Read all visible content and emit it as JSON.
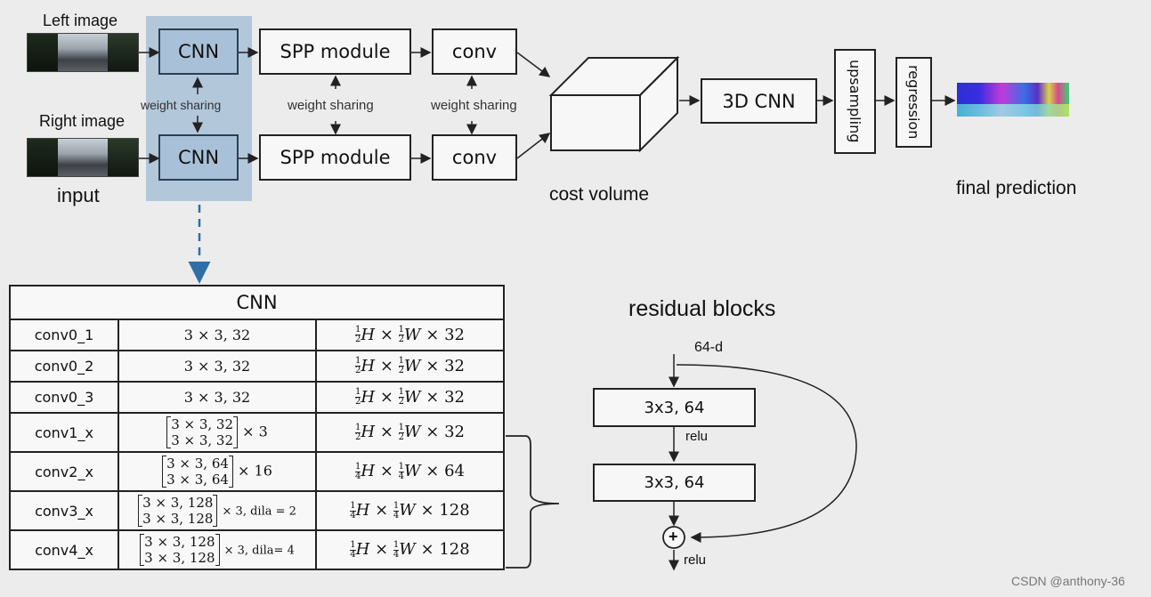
{
  "pipeline": {
    "left_image_label": "Left image",
    "right_image_label": "Right image",
    "input_label": "input",
    "cnn_label": "CNN",
    "spp_label": "SPP module",
    "conv_label": "conv",
    "weight_sharing": "weight sharing",
    "cost_volume_label": "cost volume",
    "cnn3d_label": "3D CNN",
    "upsampling_label": "upsampling",
    "regression_label": "regression",
    "final_prediction_label": "final prediction"
  },
  "table": {
    "header": "CNN",
    "rows": [
      {
        "name": "conv0_1",
        "simple": "3 × 3, 32",
        "out_h": "1",
        "out_hd": "2",
        "out_w": "1",
        "out_wd": "2",
        "out_c": "32"
      },
      {
        "name": "conv0_2",
        "simple": "3 × 3, 32",
        "out_h": "1",
        "out_hd": "2",
        "out_w": "1",
        "out_wd": "2",
        "out_c": "32"
      },
      {
        "name": "conv0_3",
        "simple": "3 × 3, 32",
        "out_h": "1",
        "out_hd": "2",
        "out_w": "1",
        "out_wd": "2",
        "out_c": "32"
      },
      {
        "name": "conv1_x",
        "m1": "3 × 3, 32",
        "m2": "3 × 3, 32",
        "mult": "× 3",
        "out_h": "1",
        "out_hd": "2",
        "out_w": "1",
        "out_wd": "2",
        "out_c": "32"
      },
      {
        "name": "conv2_x",
        "m1": "3 × 3, 64",
        "m2": "3 × 3, 64",
        "mult": "× 16",
        "out_h": "1",
        "out_hd": "4",
        "out_w": "1",
        "out_wd": "4",
        "out_c": "64"
      },
      {
        "name": "conv3_x",
        "m1": "3 × 3, 128",
        "m2": "3 × 3, 128",
        "mult": "× 3, dila = 2",
        "out_h": "1",
        "out_hd": "4",
        "out_w": "1",
        "out_wd": "4",
        "out_c": "128"
      },
      {
        "name": "conv4_x",
        "m1": "3 × 3, 128",
        "m2": "3 × 3, 128",
        "mult": "× 3, dila= 4",
        "out_h": "1",
        "out_hd": "4",
        "out_w": "1",
        "out_wd": "4",
        "out_c": "128"
      }
    ]
  },
  "residual": {
    "title": "residual blocks",
    "input_label": "64-d",
    "block1": "3x3, 64",
    "block2": "3x3, 64",
    "relu1": "relu",
    "relu2": "relu",
    "plus": "+"
  },
  "watermark": "CSDN @anthony-36",
  "colors": {
    "cnn_highlight": "#a9c1d8",
    "dashed_arrow": "#2f6ea8"
  }
}
